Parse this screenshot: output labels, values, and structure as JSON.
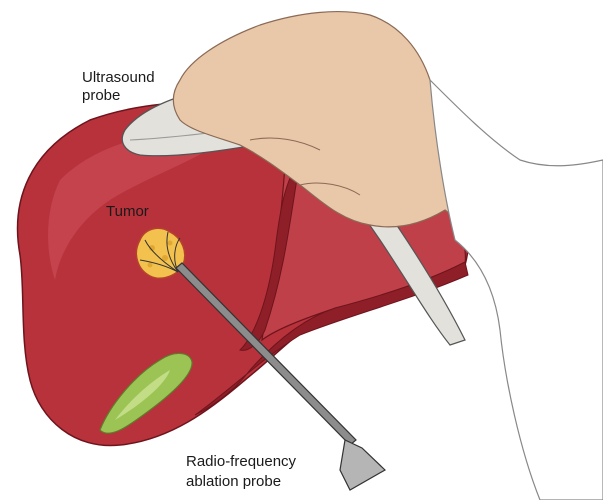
{
  "labels": {
    "ultrasound_probe_line1": "Ultrasound",
    "ultrasound_probe_line2": "probe",
    "tumor": "Tumor",
    "rf_probe_line1": "Radio-frequency",
    "rf_probe_line2": "ablation probe"
  },
  "colors": {
    "liver": "#b8323c",
    "liver_dark": "#8e1f28",
    "liver_highlight": "#c94a52",
    "gallbladder": "#9cc455",
    "tumor": "#f2c14e",
    "probe_shaft": "#8c8c8c",
    "ultrasound_probe": "#e3e1dc",
    "hand": "#e9c7a9"
  }
}
